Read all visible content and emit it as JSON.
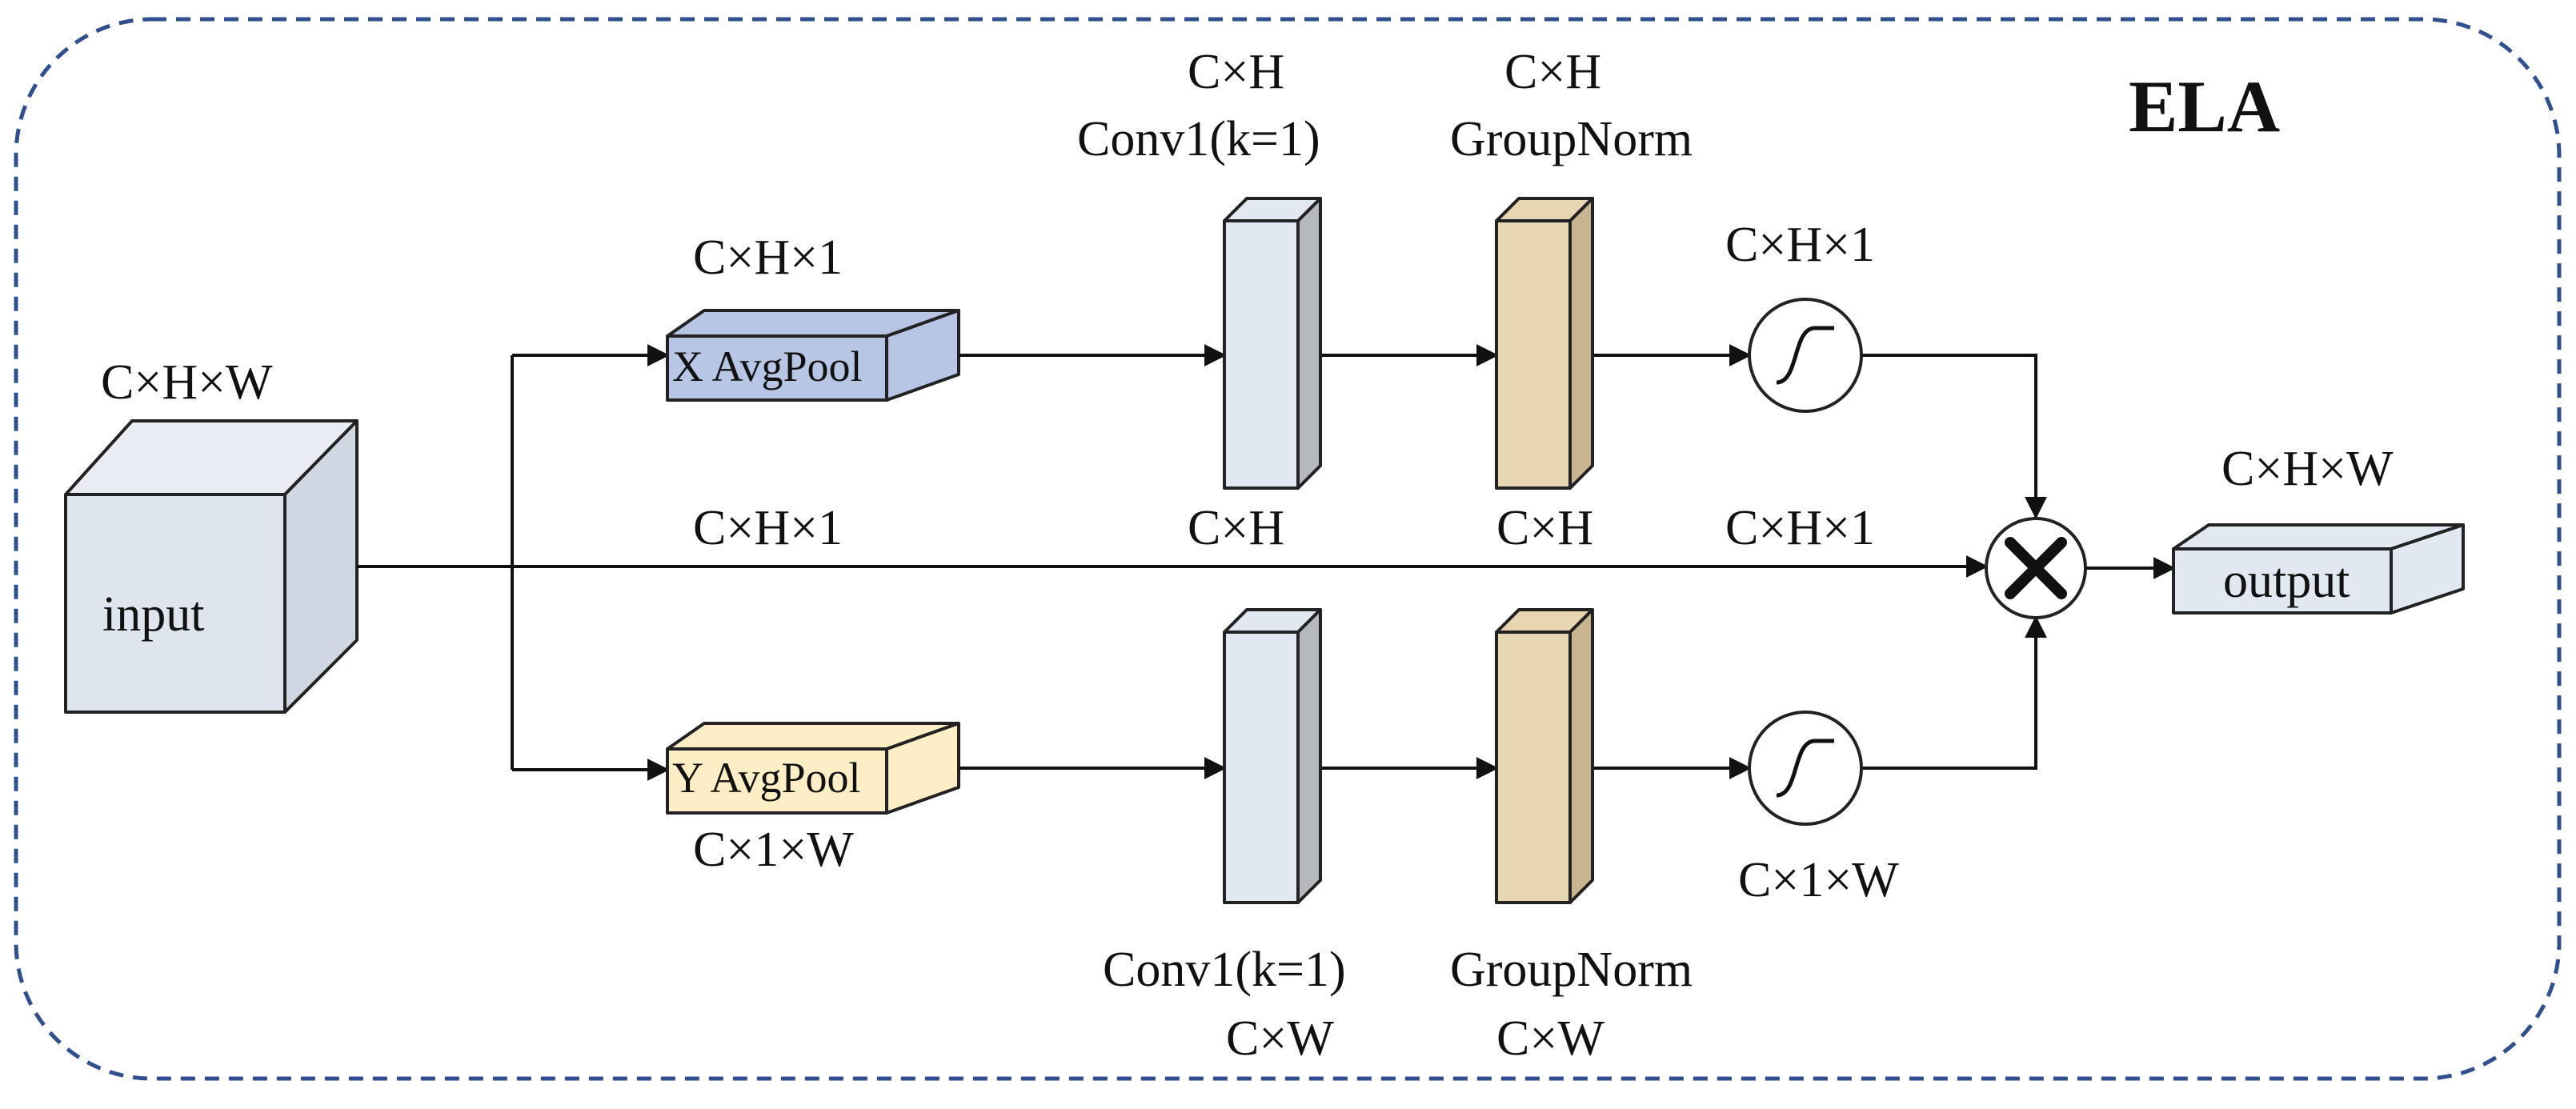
{
  "title": "ELA",
  "colors": {
    "frame": "#2f4f8f",
    "input_front": "#dfe5ee",
    "input_top": "#e9edf3",
    "input_side": "#cfd7e2",
    "x_pool": "#b8c6e6",
    "y_pool": "#fdeec6",
    "conv_front": "#e2e8f1",
    "conv_side": "#b5b8bd",
    "norm_front": "#e8d5b1",
    "norm_side": "#c9b58f",
    "output_front": "#e2e8f1"
  },
  "nodes": {
    "input": {
      "label": "input",
      "dim": "C×H×W"
    },
    "x_pool": {
      "label": "X AvgPool",
      "dim": "C×H×1"
    },
    "y_pool": {
      "label": "Y AvgPool",
      "dim": "C×1×W"
    },
    "conv_top": {
      "name": "Conv1(k=1)",
      "dim_above": "C×H",
      "dim_below": "C×H"
    },
    "norm_top": {
      "name": "GroupNorm",
      "dim_above": "C×H",
      "dim_below": "C×H"
    },
    "conv_bottom": {
      "name": "Conv1(k=1)",
      "dim_below": "C×W"
    },
    "norm_bottom": {
      "name": "GroupNorm",
      "dim_below": "C×W"
    },
    "sigmoid_top": {
      "dim": "C×H×1",
      "icon": "sigmoid-icon"
    },
    "sigmoid_bottom": {
      "dim": "C×1×W",
      "icon": "sigmoid-icon"
    },
    "multiply": {
      "icon": "multiply-icon"
    },
    "output": {
      "label": "output",
      "dim": "C×H×W"
    }
  },
  "edges": {
    "skip_left_label": "C×H×1",
    "skip_right_label": "C×H×1"
  }
}
